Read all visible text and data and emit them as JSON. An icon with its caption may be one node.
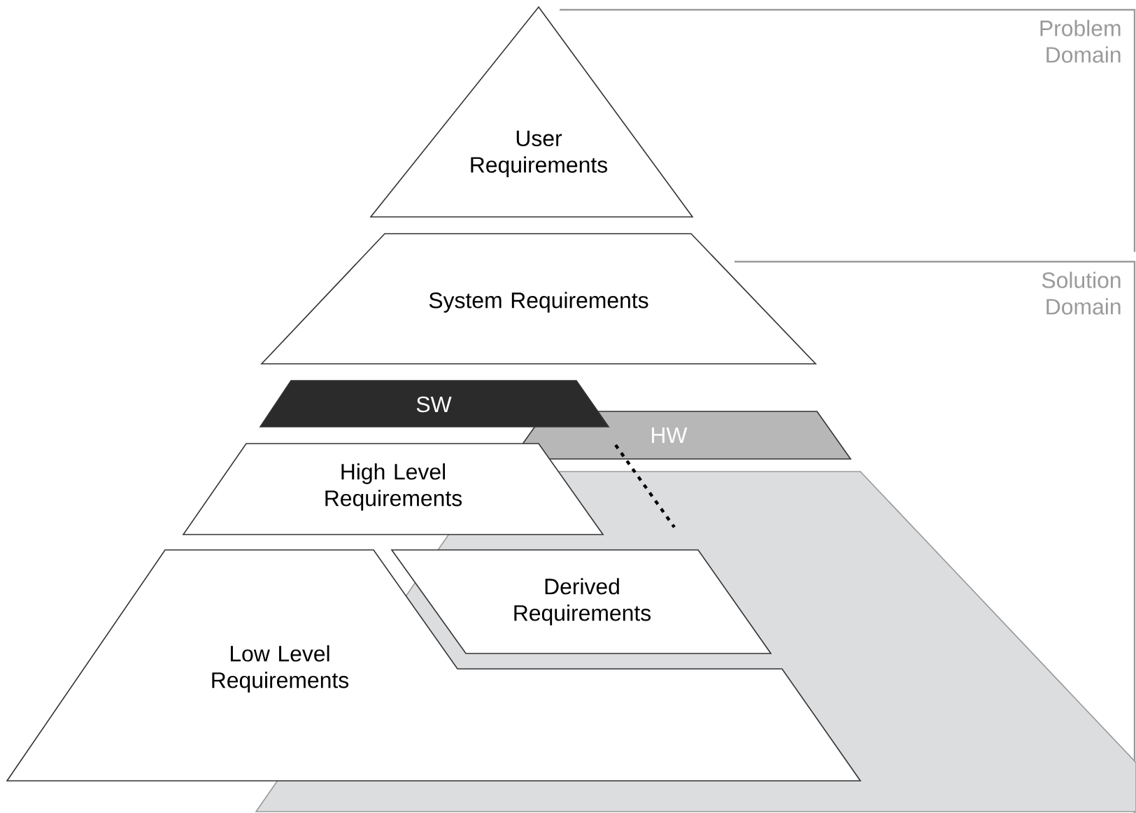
{
  "diagram": {
    "nodes": [
      {
        "text": [
          "User Requirements"
        ]
      },
      {
        "text": [
          "System Requirements"
        ]
      },
      {
        "text": [
          "SW"
        ]
      },
      {
        "text": [
          "HW"
        ]
      },
      {
        "text": [
          "High Level Requirements"
        ]
      },
      {
        "text": [
          "Low Level Requirements"
        ]
      },
      {
        "text": [
          "Derived Requirements"
        ]
      }
    ],
    "edges": [
      {
        "from": 3,
        "to": 6,
        "arrow": "none",
        "style": "dashed"
      }
    ],
    "labels": [
      "Problem Domain",
      "Solution Domain"
    ]
  }
}
